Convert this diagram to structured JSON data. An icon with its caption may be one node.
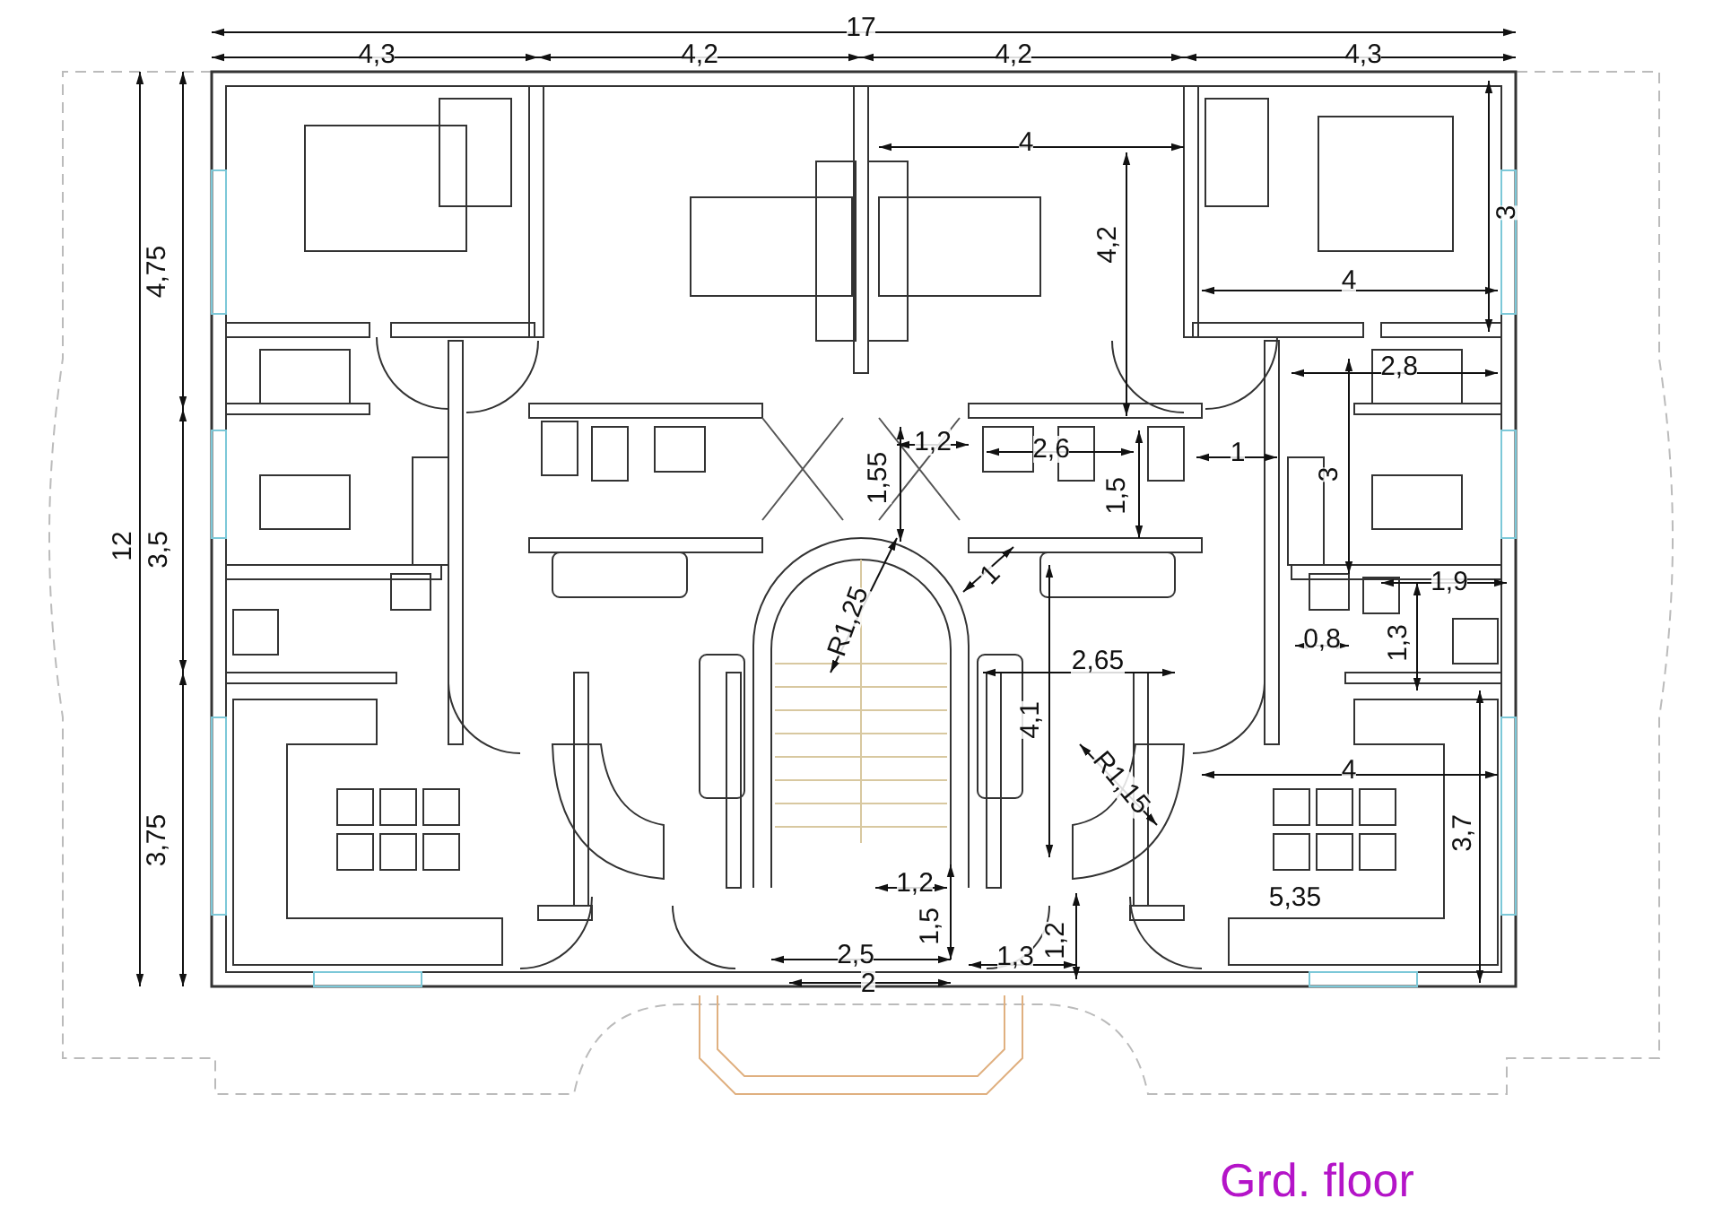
{
  "diagram": {
    "caption": "Grd. floor",
    "labels": [
      "17",
      "4,3",
      "4,2",
      "4,2",
      "4,3",
      "4",
      "3",
      "4,75",
      "4,2",
      "4",
      "2,8",
      "12",
      "1,2",
      "2,6",
      "1",
      "3",
      "3,5",
      "1,55",
      "1,5",
      "1",
      "1,9",
      "R1,25",
      "0,8",
      "1,3",
      "2,65",
      "4,1",
      "R1,15",
      "4",
      "3,7",
      "3,75",
      "1,2",
      "5,35",
      "1,5",
      "1,2",
      "2,5",
      "1,3",
      "2"
    ]
  }
}
